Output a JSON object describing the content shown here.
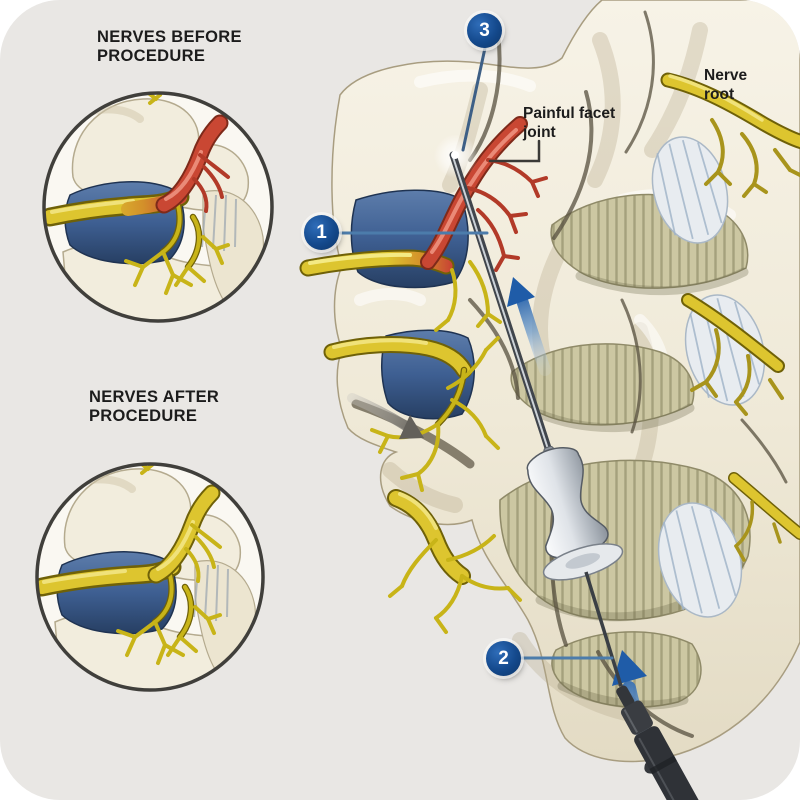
{
  "figure": {
    "inset_before": {
      "title": "NERVES BEFORE PROCEDURE"
    },
    "inset_after": {
      "title": "NERVES AFTER PROCEDURE"
    },
    "annotations": {
      "painful_facet_joint": "Painful facet joint",
      "nerve_root": "Nerve root"
    },
    "callouts": [
      {
        "number": "1"
      },
      {
        "number": "2"
      },
      {
        "number": "3"
      }
    ],
    "colors": {
      "panel_bg": "#e9e7e4",
      "label_text": "#1c1c1c",
      "callout_bg": "#14498c",
      "callout_text": "#ffffff",
      "leader_blue": "#4c7cab",
      "inflamed_nerve_red": "#c94733",
      "healthy_nerve_yellow": "#ddc52f",
      "disc_blue": "#3e5f92",
      "bone_cream": "#f1ecdc",
      "arrow_blue": "#1f5ca8",
      "arrow_gray": "#63605a"
    }
  }
}
